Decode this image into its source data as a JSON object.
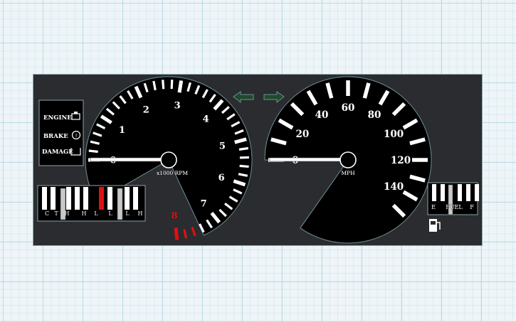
{
  "warning_lights": {
    "engine": "ENGINE",
    "brake": "BRAKE",
    "damage": "DAMAGE"
  },
  "tachometer": {
    "labels": [
      "0",
      "1",
      "2",
      "3",
      "4",
      "5",
      "6",
      "7",
      "8"
    ],
    "unit": "x1000 RPM",
    "redline_label": "8",
    "needle_value": 0
  },
  "speedometer": {
    "labels": [
      "0",
      "20",
      "40",
      "60",
      "80",
      "100",
      "120",
      "140"
    ],
    "unit": "MPH",
    "needle_value": 0
  },
  "temp_gauge": {
    "labels": [
      "C",
      "T",
      "H",
      "H",
      "L",
      "L",
      "L",
      "H"
    ]
  },
  "fuel_gauge": {
    "labels": [
      "E",
      "FUEL",
      "F"
    ]
  },
  "turn_signals": {
    "left": "left-arrow-icon",
    "right": "right-arrow-icon",
    "color": "#1f4a2c"
  },
  "colors": {
    "panel": "#2a2c2f",
    "dial": "#000000",
    "tick": "#ffffff",
    "redline": "#e01010"
  }
}
